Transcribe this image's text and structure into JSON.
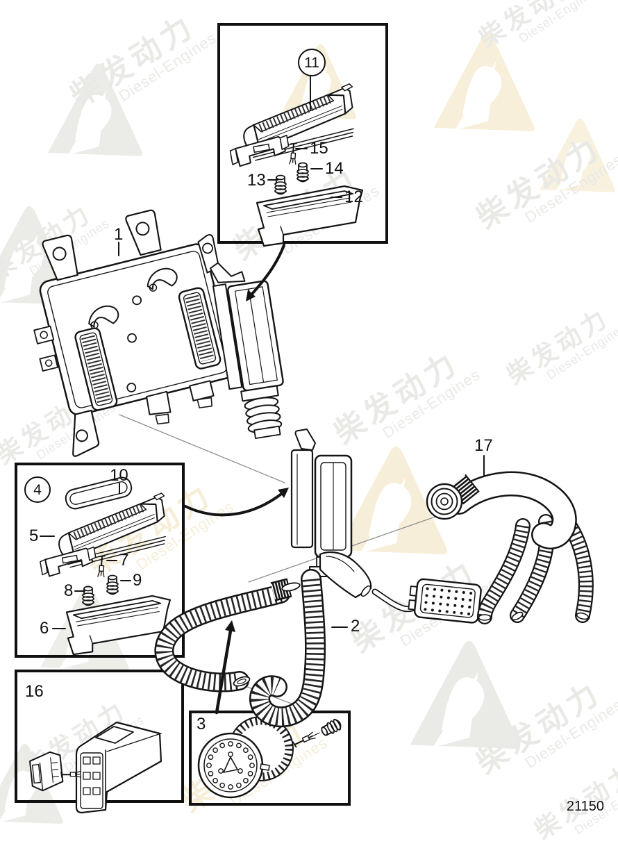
{
  "page": {
    "background": "#ffffff",
    "drawing_number": "21150",
    "type": "exploded-parts-diagram"
  },
  "watermark": {
    "cn": "柴发动力",
    "en": "Diesel-Engines",
    "color_gray": "#e9e9e6",
    "color_cream": "#f6eed8"
  },
  "art": {
    "line_color": "#141414",
    "leader_color": "#8d8d8d"
  },
  "callouts": {
    "p1": {
      "label": "1",
      "circled": false
    },
    "p2": {
      "label": "2",
      "circled": false
    },
    "p3": {
      "label": "3",
      "circled": false
    },
    "p4": {
      "label": "4",
      "circled": true
    },
    "p5": {
      "label": "5",
      "circled": false
    },
    "p6": {
      "label": "6",
      "circled": false
    },
    "p7": {
      "label": "7",
      "circled": false
    },
    "p8": {
      "label": "8",
      "circled": false
    },
    "p9": {
      "label": "9",
      "circled": false
    },
    "p10": {
      "label": "10",
      "circled": false
    },
    "p11": {
      "label": "11",
      "circled": true
    },
    "p12": {
      "label": "12",
      "circled": false
    },
    "p13": {
      "label": "13",
      "circled": false
    },
    "p14": {
      "label": "14",
      "circled": false
    },
    "p15": {
      "label": "15",
      "circled": false
    },
    "p16": {
      "label": "16",
      "circled": false
    },
    "p17": {
      "label": "17",
      "circled": false
    }
  },
  "inset_boxes": [
    {
      "id": "box-11",
      "contains": [
        "11",
        "12",
        "13",
        "14",
        "15"
      ]
    },
    {
      "id": "box-4",
      "contains": [
        "4",
        "5",
        "6",
        "7",
        "8",
        "9",
        "10"
      ]
    },
    {
      "id": "box-16",
      "contains": [
        "16"
      ]
    },
    {
      "id": "box-3",
      "contains": [
        "3"
      ]
    }
  ]
}
